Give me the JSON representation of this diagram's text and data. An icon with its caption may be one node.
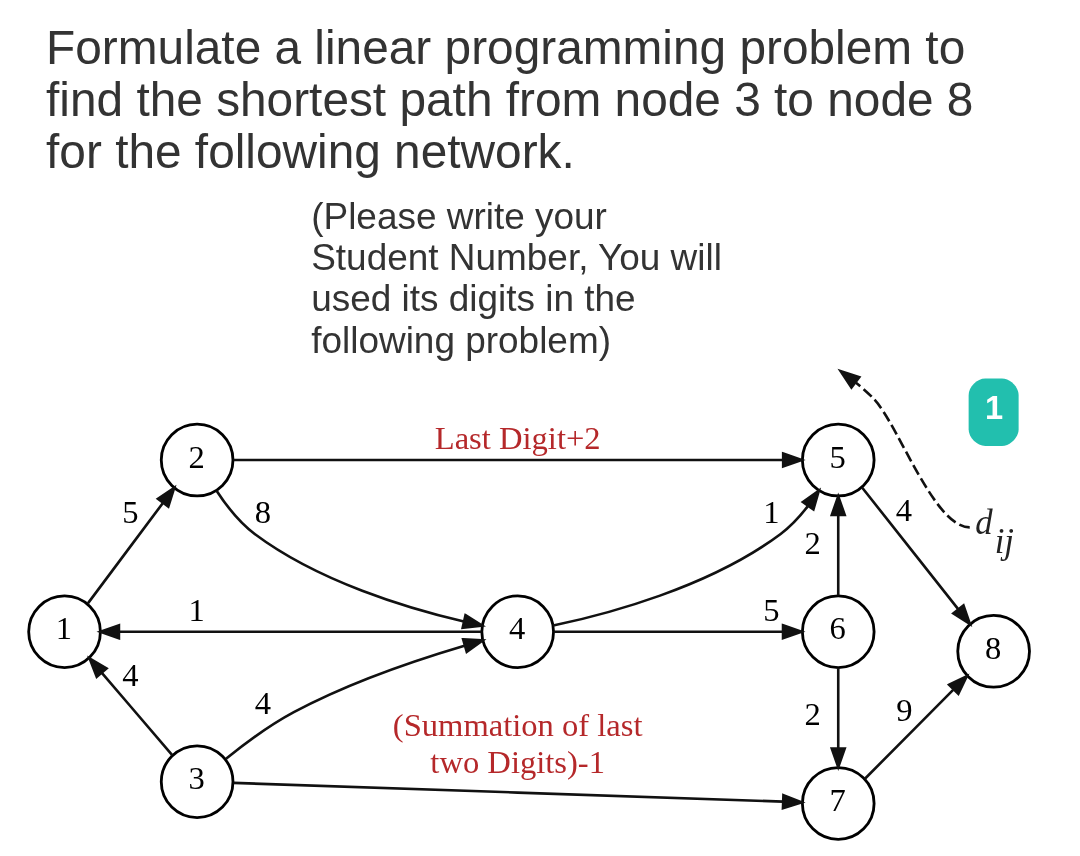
{
  "diagram": {
    "title": "Formulate a linear programming problem to find the shortest path from node 3 to node 8 for the following network.",
    "nodes": [
      {
        "text": [
          "1"
        ]
      },
      {
        "text": [
          "2"
        ]
      },
      {
        "text": [
          "3"
        ]
      },
      {
        "text": [
          "4"
        ]
      },
      {
        "text": [
          "5"
        ]
      },
      {
        "text": [
          "6"
        ]
      },
      {
        "text": [
          "7"
        ]
      },
      {
        "text": [
          "8"
        ]
      },
      {
        "text": [
          "d$_{ij}$"
        ]
      }
    ],
    "edges": [
      {
        "from": 0,
        "to": 1,
        "arrow": "to",
        "label": "5"
      },
      {
        "from": 1,
        "to": 3,
        "arrow": "to",
        "label": "8"
      },
      {
        "from": 3,
        "to": 0,
        "arrow": "to",
        "label": "1"
      },
      {
        "from": 2,
        "to": 0,
        "arrow": "to",
        "label": "4"
      },
      {
        "from": 2,
        "to": 3,
        "arrow": "to",
        "label": "4"
      },
      {
        "from": 1,
        "to": 4,
        "arrow": "to",
        "label": "Last Digit+2"
      },
      {
        "from": 3,
        "to": 4,
        "arrow": "to",
        "label": "1"
      },
      {
        "from": 3,
        "to": 5,
        "arrow": "to",
        "label": "5"
      },
      {
        "from": 5,
        "to": 4,
        "arrow": "to",
        "label": "2"
      },
      {
        "from": 5,
        "to": 6,
        "arrow": "to",
        "label": "2"
      },
      {
        "from": 2,
        "to": 6,
        "arrow": "to",
        "label": "(Summation of last two Digits)-1"
      },
      {
        "from": 4,
        "to": 7,
        "arrow": "to",
        "label": "4"
      },
      {
        "from": 6,
        "to": 7,
        "arrow": "to",
        "label": "9"
      },
      {
        "from": 8,
        "to": null,
        "arrow": "to",
        "style": "dashed"
      }
    ],
    "labels": [
      "(Please write your Student Number, You will used its digits in the following problem)",
      "1"
    ]
  }
}
